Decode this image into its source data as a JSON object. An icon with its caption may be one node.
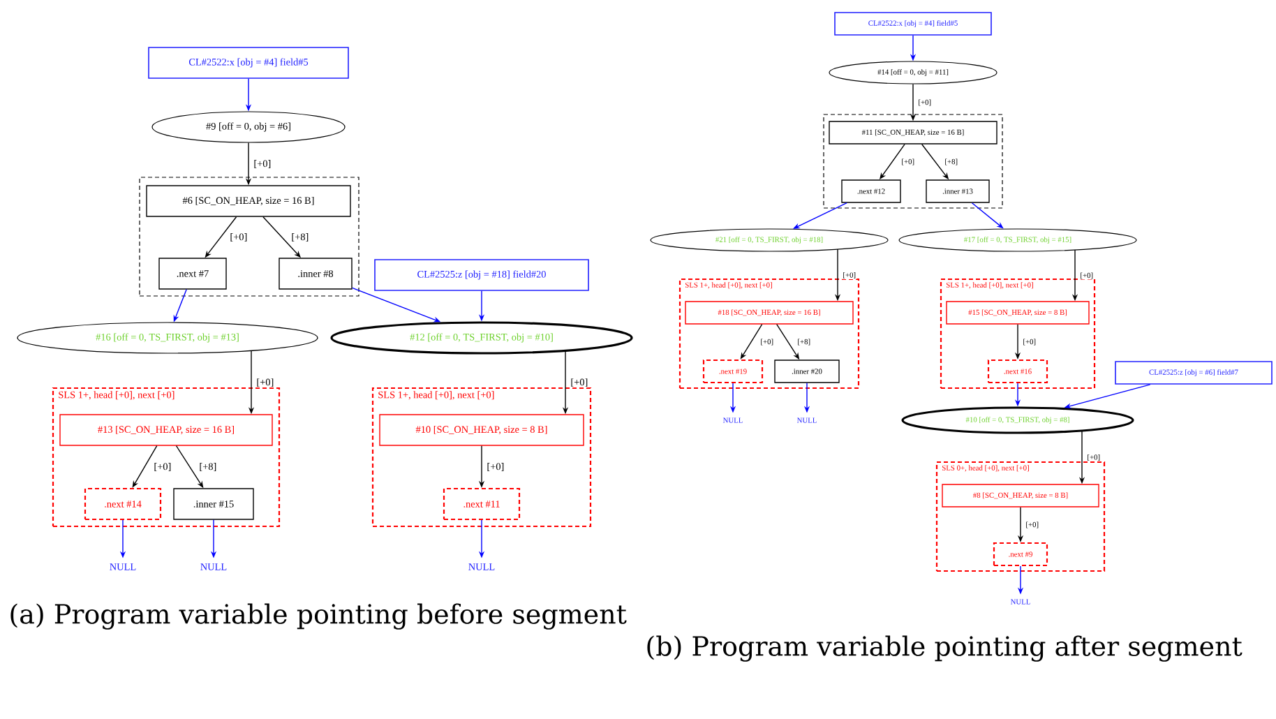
{
  "diagram": {
    "nodes": [
      {
        "text": [
          "CL#2522:x [obj = #4] field#5"
        ]
      },
      {
        "text": [
          "#9 [off = 0, obj = #6]"
        ]
      },
      {
        "text": [],
        "shape": "box"
      },
      {
        "text": [
          "#6 [SC_ON_HEAP, size = 16 B]"
        ],
        "in": 2
      },
      {
        "text": [
          ".next #7"
        ],
        "in": 2
      },
      {
        "text": [
          ".inner #8"
        ],
        "in": 2
      },
      {
        "text": [
          "CL#2525:z [obj = #18] field#20"
        ]
      },
      {
        "text": [
          "#16 [off = 0, TS_FIRST, obj = #13]"
        ]
      },
      {
        "text": [
          "#12 [off = 0, TS_FIRST, obj = #10]"
        ]
      },
      {
        "text": [
          "SLS 1+, head [+0], next [+0]"
        ]
      },
      {
        "text": [
          "#13 [SC_ON_HEAP, size = 16 B]"
        ],
        "in": 9
      },
      {
        "text": [
          ".next #14"
        ],
        "in": 9
      },
      {
        "text": [
          ".inner #15"
        ],
        "in": 9
      },
      {
        "text": [
          "SLS 1+, head [+0], next [+0]"
        ]
      },
      {
        "text": [
          "#10 [SC_ON_HEAP, size = 8 B]"
        ],
        "in": 13
      },
      {
        "text": [
          ".next #11"
        ],
        "in": 13
      },
      {
        "text": [
          "NULL"
        ]
      },
      {
        "text": [
          "NULL"
        ]
      },
      {
        "text": [
          "NULL"
        ]
      },
      {
        "text": [
          "CL#2522:x [obj = #4] field#5"
        ]
      },
      {
        "text": [
          "#14 [off = 0, obj = #11]"
        ]
      },
      {
        "text": [],
        "shape": "box"
      },
      {
        "text": [
          "#11 [SC_ON_HEAP, size = 16 B]"
        ],
        "in": 21
      },
      {
        "text": [
          ".next #12"
        ],
        "in": 21
      },
      {
        "text": [
          ".inner #13"
        ],
        "in": 21
      },
      {
        "text": [
          "#21 [off = 0, TS_FIRST, obj = #18]"
        ]
      },
      {
        "text": [
          "#17 [off = 0, TS_FIRST, obj = #15]"
        ]
      },
      {
        "text": [
          "SLS 1+, head [+0], next [+0]"
        ]
      },
      {
        "text": [
          "#18 [SC_ON_HEAP, size = 16 B]"
        ],
        "in": 27
      },
      {
        "text": [
          ".next #19"
        ],
        "in": 27
      },
      {
        "text": [
          ".inner #20"
        ],
        "in": 27
      },
      {
        "text": [
          "SLS 1+, head [+0], next [+0]"
        ]
      },
      {
        "text": [
          "#15 [SC_ON_HEAP, size = 8 B]"
        ],
        "in": 31
      },
      {
        "text": [
          ".next #16"
        ],
        "in": 31
      },
      {
        "text": [
          "CL#2525:z [obj = #6] field#7"
        ]
      },
      {
        "text": [
          "#10 [off = 0, TS_FIRST, obj = #8]"
        ]
      },
      {
        "text": [
          "SLS 0+, head [+0], next [+0]"
        ]
      },
      {
        "text": [
          "#8 [SC_ON_HEAP, size = 8 B]"
        ],
        "in": 36
      },
      {
        "text": [
          ".next #9"
        ],
        "in": 36
      },
      {
        "text": [
          "NULL"
        ]
      },
      {
        "text": [
          "NULL"
        ]
      },
      {
        "text": [
          "NULL"
        ]
      }
    ],
    "edges": [
      {
        "from": 0,
        "to": 1,
        "arrow": "to",
        "color": "#0000ff"
      },
      {
        "from": 1,
        "to": 3,
        "arrow": "to",
        "label": "[+0]"
      },
      {
        "from": 3,
        "to": 4,
        "arrow": "to",
        "label": "[+0]"
      },
      {
        "from": 3,
        "to": 5,
        "arrow": "to",
        "label": "[+8]"
      },
      {
        "from": 4,
        "to": 7,
        "arrow": "to",
        "color": "#0000ff"
      },
      {
        "from": 5,
        "to": 8,
        "arrow": "to",
        "color": "#0000ff"
      },
      {
        "from": 6,
        "to": 8,
        "arrow": "to",
        "color": "#0000ff"
      },
      {
        "from": 7,
        "to": 10,
        "arrow": "to",
        "label": "[+0]"
      },
      {
        "from": 8,
        "to": 14,
        "arrow": "to",
        "label": "[+0]"
      },
      {
        "from": 10,
        "to": 11,
        "arrow": "to",
        "label": "[+0]"
      },
      {
        "from": 10,
        "to": 12,
        "arrow": "to",
        "label": "[+8]"
      },
      {
        "from": 14,
        "to": 15,
        "arrow": "to",
        "label": "[+0]"
      },
      {
        "from": 11,
        "to": 16,
        "arrow": "to",
        "color": "#0000ff"
      },
      {
        "from": 12,
        "to": 17,
        "arrow": "to",
        "color": "#0000ff"
      },
      {
        "from": 15,
        "to": 18,
        "arrow": "to",
        "color": "#0000ff"
      },
      {
        "from": 19,
        "to": 20,
        "arrow": "to",
        "color": "#0000ff"
      },
      {
        "from": 20,
        "to": 22,
        "arrow": "to",
        "label": "[+0]"
      },
      {
        "from": 22,
        "to": 23,
        "arrow": "to",
        "label": "[+0]"
      },
      {
        "from": 22,
        "to": 24,
        "arrow": "to",
        "label": "[+8]"
      },
      {
        "from": 23,
        "to": 25,
        "arrow": "to",
        "color": "#0000ff"
      },
      {
        "from": 24,
        "to": 26,
        "arrow": "to",
        "color": "#0000ff"
      },
      {
        "from": 25,
        "to": 28,
        "arrow": "to",
        "label": "[+0]"
      },
      {
        "from": 26,
        "to": 32,
        "arrow": "to",
        "label": "[+0]"
      },
      {
        "from": 28,
        "to": 29,
        "arrow": "to",
        "label": "[+0]"
      },
      {
        "from": 28,
        "to": 30,
        "arrow": "to",
        "label": "[+8]"
      },
      {
        "from": 29,
        "to": 39,
        "arrow": "to",
        "color": "#0000ff"
      },
      {
        "from": 30,
        "to": 40,
        "arrow": "to",
        "color": "#0000ff"
      },
      {
        "from": 32,
        "to": 33,
        "arrow": "to",
        "label": "[+0]"
      },
      {
        "from": 33,
        "to": 35,
        "arrow": "to",
        "color": "#0000ff"
      },
      {
        "from": 34,
        "to": 35,
        "arrow": "to",
        "color": "#0000ff"
      },
      {
        "from": 35,
        "to": 37,
        "arrow": "to",
        "label": "[+0]"
      },
      {
        "from": 37,
        "to": 38,
        "arrow": "to",
        "label": "[+0]"
      },
      {
        "from": 38,
        "to": 41,
        "arrow": "to",
        "color": "#0000ff"
      }
    ],
    "labels": [
      "(a) Program variable pointing before segment",
      "(b) Program variable pointing after segment"
    ]
  }
}
